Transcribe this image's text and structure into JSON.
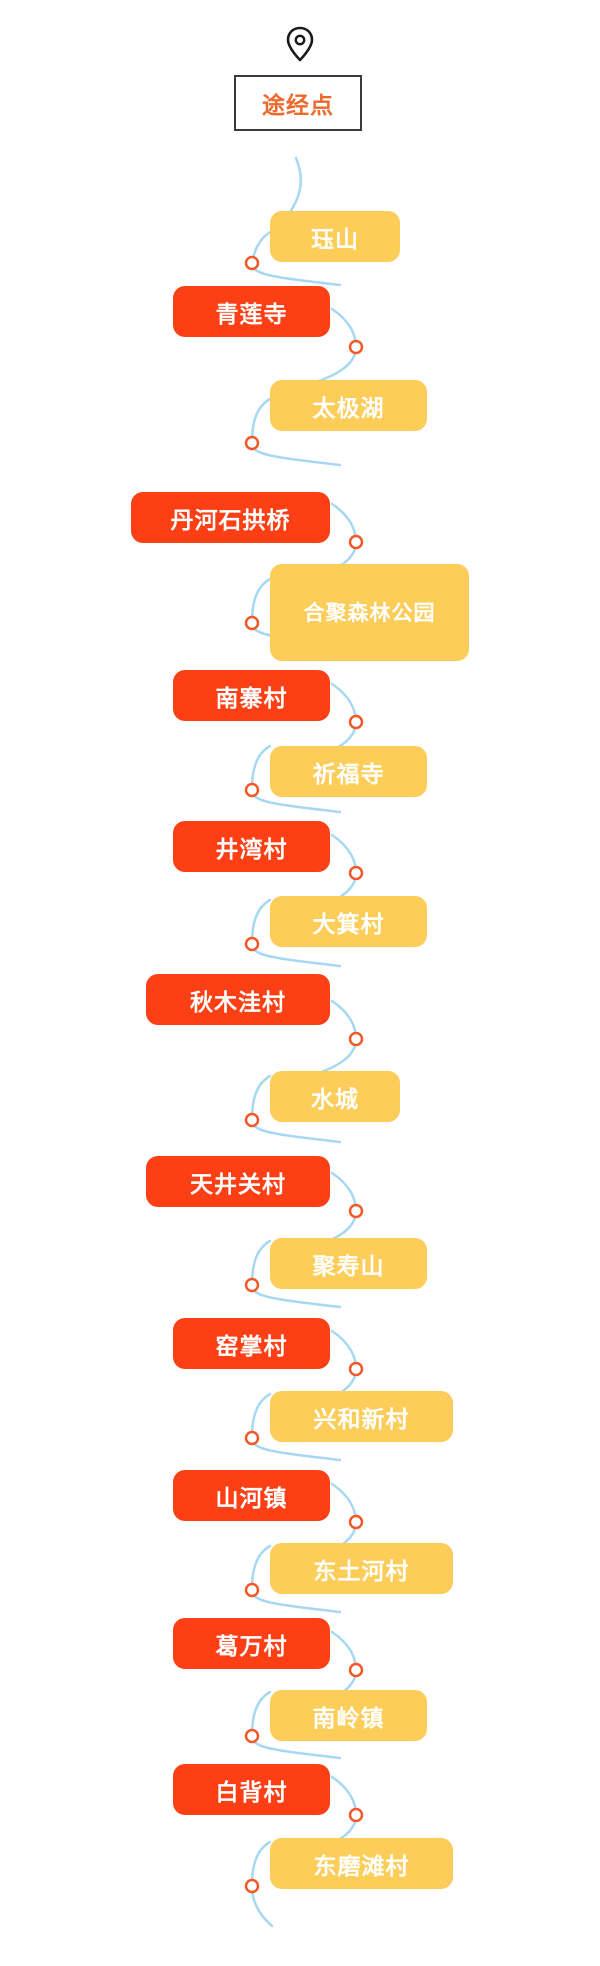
{
  "header": {
    "icon": "location-pin-icon",
    "title": "途经点"
  },
  "colors": {
    "title_text": "#ee6a2c",
    "waypoint_yellow": "#fdcd5a",
    "waypoint_red": "#fc3f14",
    "route_line": "#a7d8f2",
    "marker": "#f05a2a"
  },
  "waypoints": [
    {
      "name": "珏山"
    },
    {
      "name": "青莲寺"
    },
    {
      "name": "太极湖"
    },
    {
      "name": "丹河石拱桥"
    },
    {
      "name": "合聚森林公园"
    },
    {
      "name": "南寨村"
    },
    {
      "name": "祈福寺"
    },
    {
      "name": "井湾村"
    },
    {
      "name": "大箕村"
    },
    {
      "name": "秋木洼村"
    },
    {
      "name": "水城"
    },
    {
      "name": "天井关村"
    },
    {
      "name": "聚寿山"
    },
    {
      "name": "窑掌村"
    },
    {
      "name": "兴和新村"
    },
    {
      "name": "山河镇"
    },
    {
      "name": "东土河村"
    },
    {
      "name": "葛万村"
    },
    {
      "name": "南岭镇"
    },
    {
      "name": "白背村"
    },
    {
      "name": "东磨滩村"
    }
  ]
}
